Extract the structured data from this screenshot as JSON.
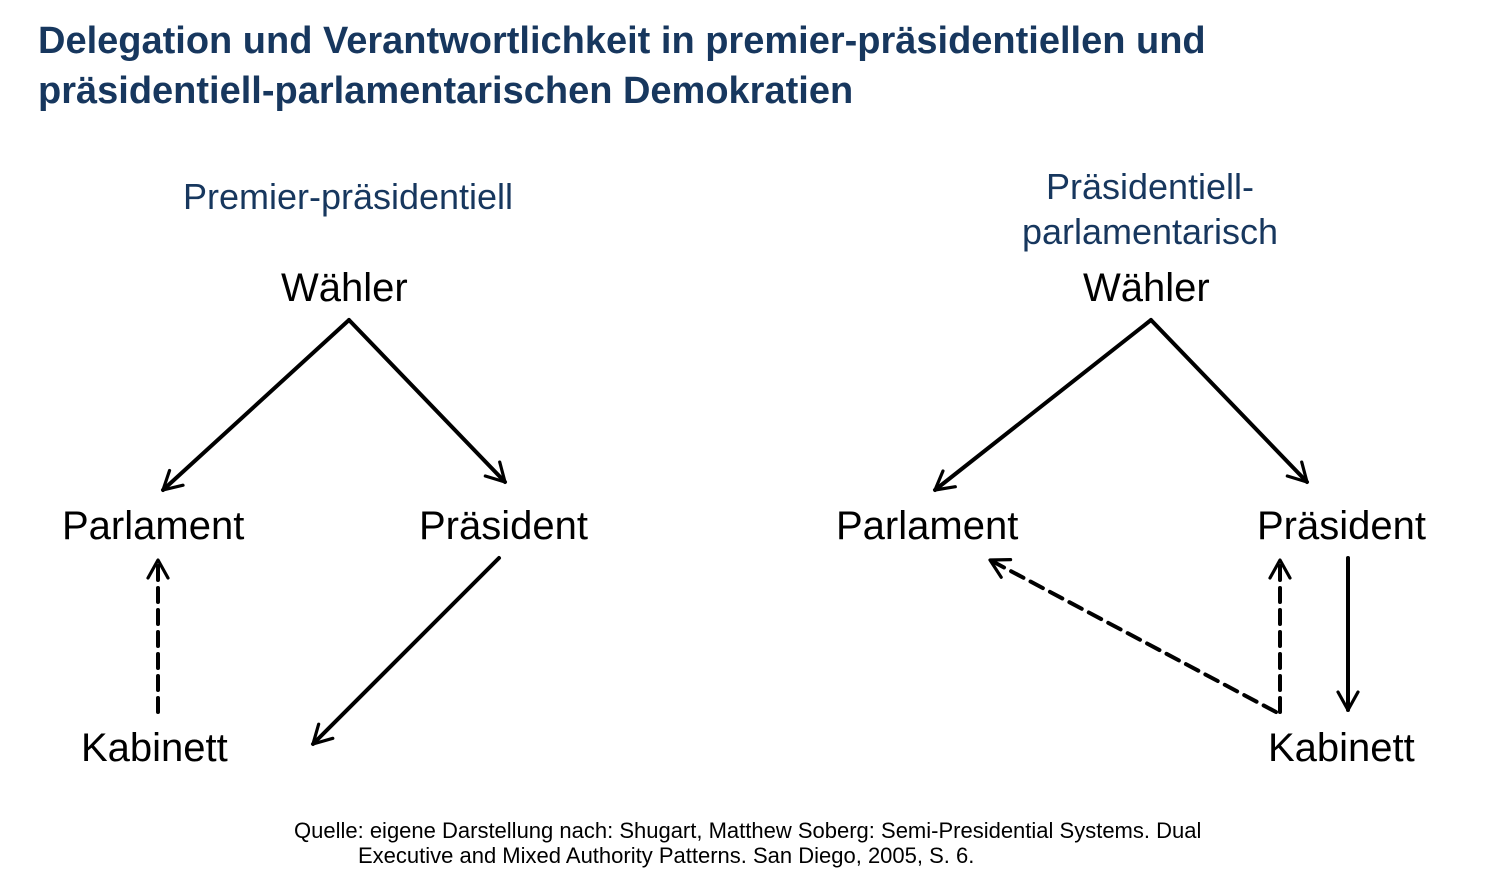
{
  "title": {
    "line1": "Delegation und Verantwortlichkeit in premier-präsidentiellen und",
    "line2": "präsidentiell-parlamentarischen Demokratien"
  },
  "left": {
    "heading": "Premier-präsidentiell",
    "voter": "Wähler",
    "parliament": "Parlament",
    "president": "Präsident",
    "cabinet": "Kabinett"
  },
  "right": {
    "heading_line1": "Präsidentiell-",
    "heading_line2": "parlamentarisch",
    "voter": "Wähler",
    "parliament": "Parlament",
    "president": "Präsident",
    "cabinet": "Kabinett"
  },
  "source": {
    "line1": "Quelle: eigene Darstellung nach: Shugart, Matthew Soberg: Semi-Presidential Systems. Dual",
    "line2": "Executive and Mixed Authority Patterns. San Diego, 2005, S. 6."
  },
  "colors": {
    "heading": "#17375e",
    "text": "#000000",
    "arrow": "#000000"
  }
}
